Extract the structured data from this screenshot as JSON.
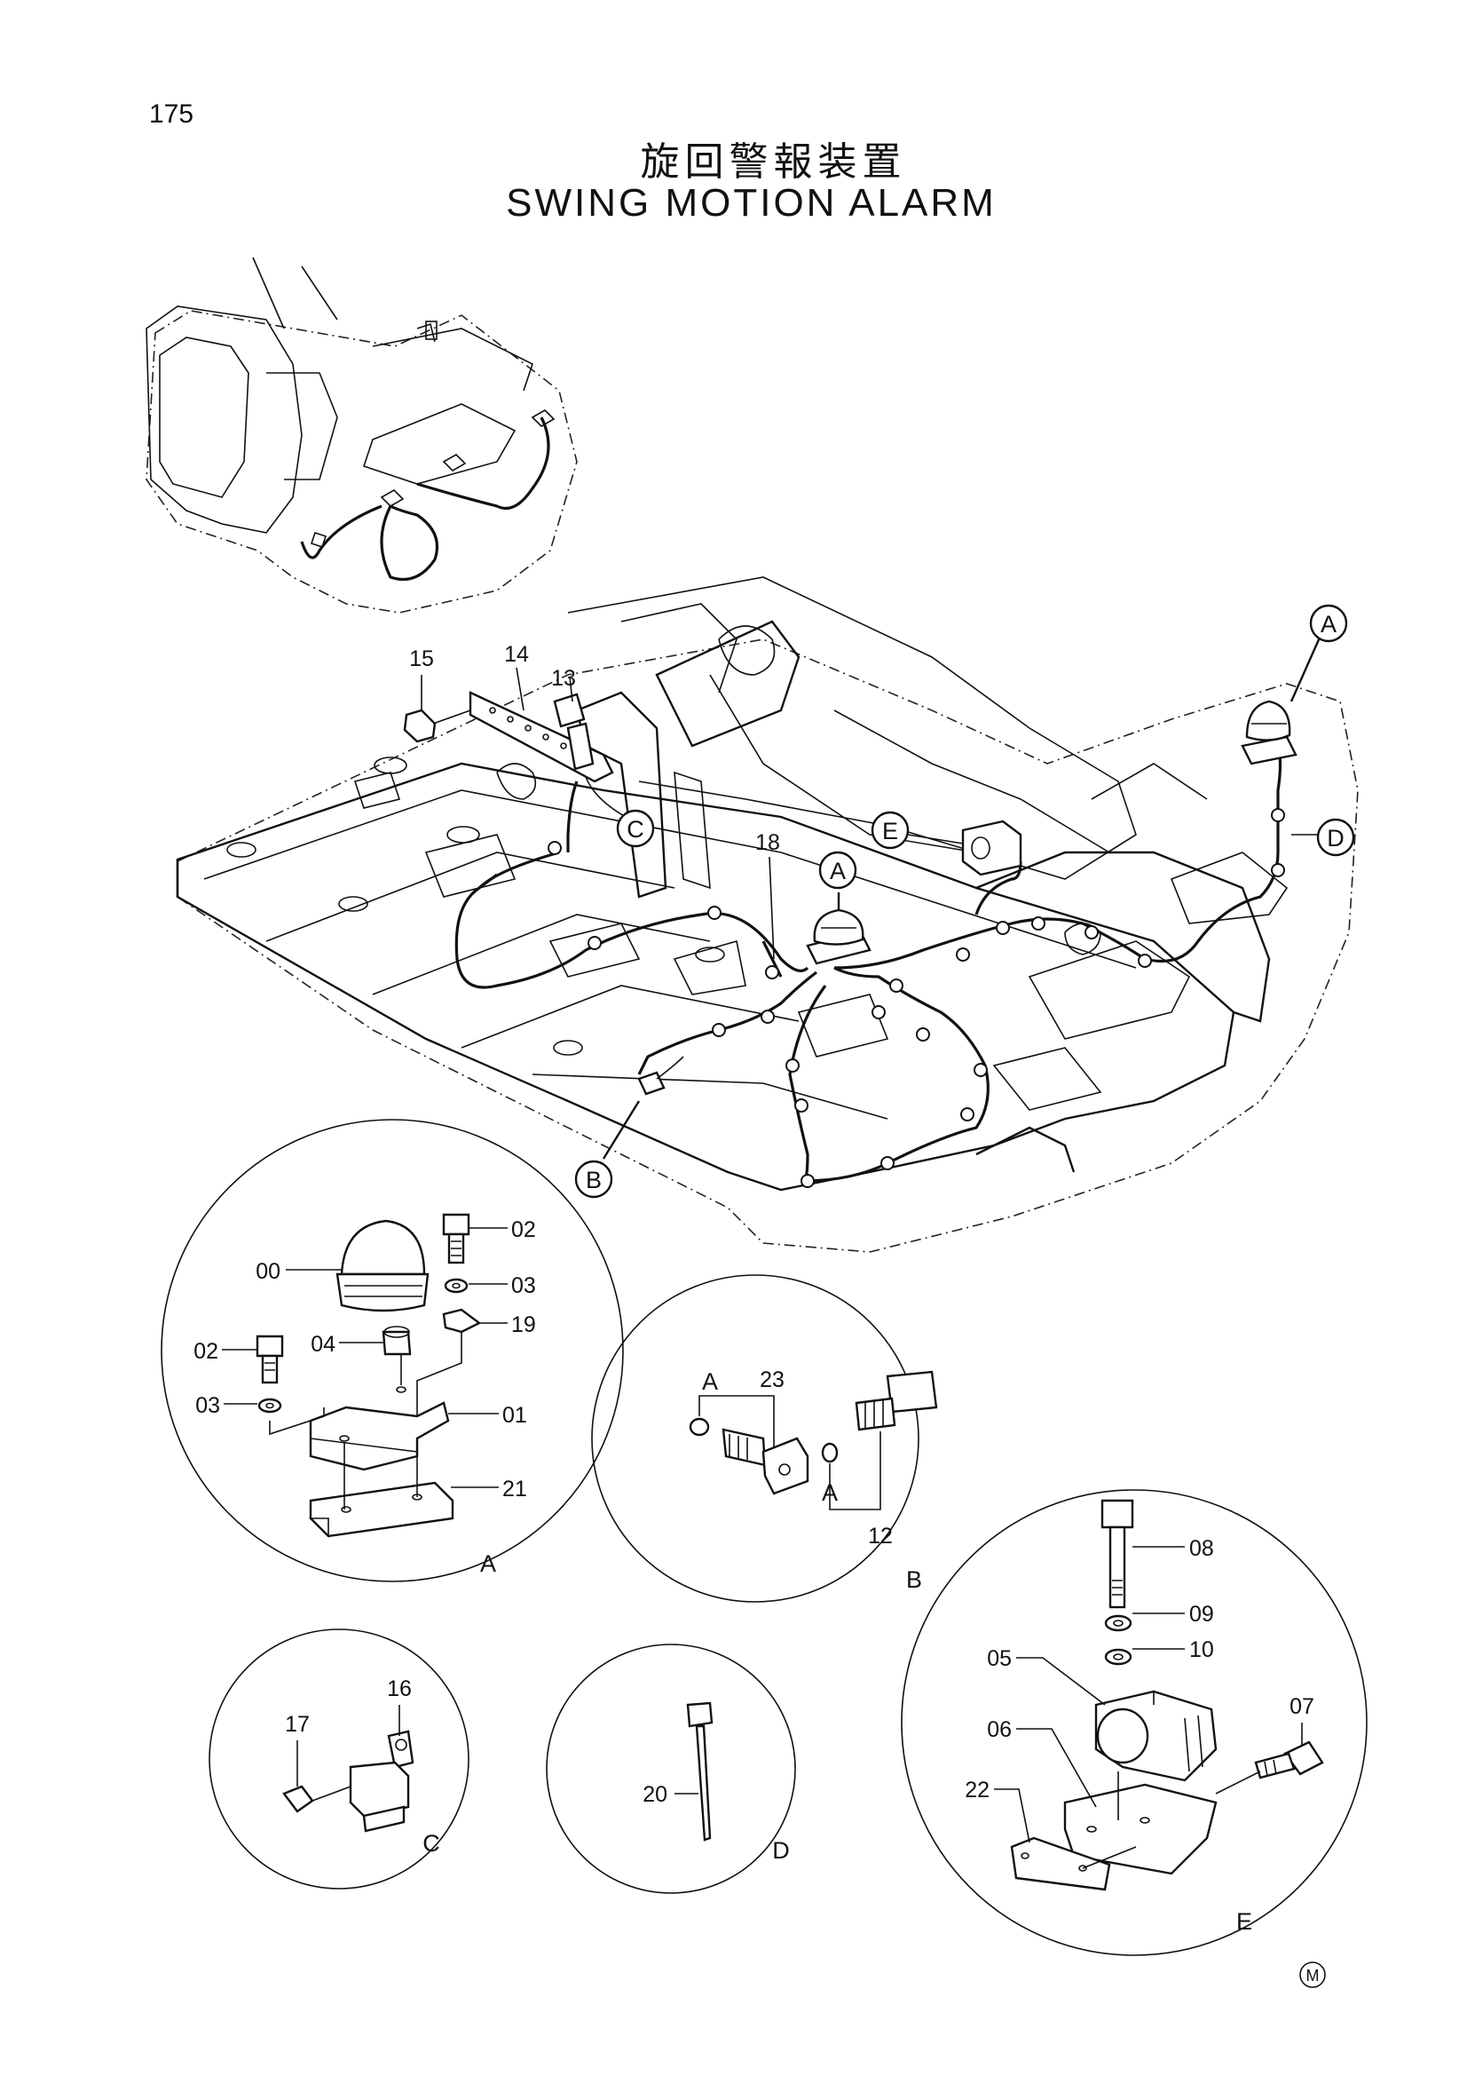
{
  "page": {
    "number": "175",
    "title_jp": "旋回警報装置",
    "title_en": "SWING MOTION ALARM",
    "mark": "M"
  },
  "callouts": {
    "A_main": "A",
    "A_right": "A",
    "B": "B",
    "C": "C",
    "D": "D",
    "E": "E"
  },
  "main_labels": {
    "l15": "15",
    "l14": "14",
    "l13": "13",
    "l18": "18"
  },
  "detail_A": {
    "name": "A",
    "labels": [
      "00",
      "02",
      "03",
      "04",
      "19",
      "02",
      "03",
      "01",
      "21"
    ]
  },
  "detail_B": {
    "name": "B",
    "labels": [
      "23",
      "A",
      "A",
      "12"
    ]
  },
  "detail_C": {
    "name": "C",
    "labels": [
      "16",
      "17"
    ]
  },
  "detail_D": {
    "name": "D",
    "labels": [
      "20"
    ]
  },
  "detail_E": {
    "name": "E",
    "labels": [
      "08",
      "09",
      "10",
      "05",
      "07",
      "06",
      "22"
    ]
  }
}
